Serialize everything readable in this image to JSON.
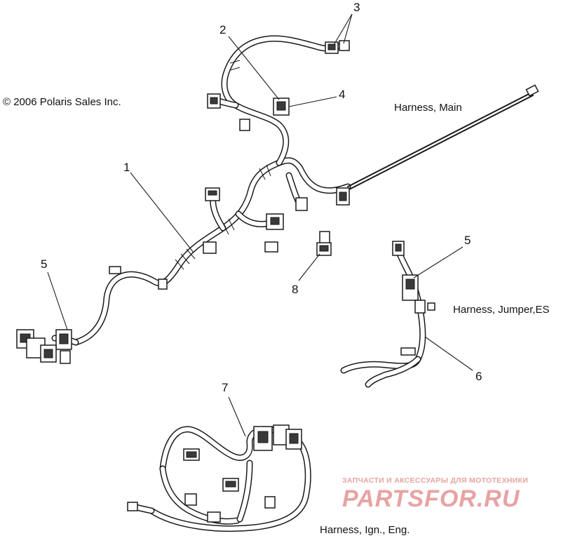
{
  "copyright": "© 2006 Polaris Sales Inc.",
  "labels": {
    "harness_main": "Harness, Main",
    "harness_jumper": "Harness, Jumper,ES",
    "harness_ign": "Harness, Ign., Eng."
  },
  "callouts": {
    "c1": "1",
    "c2": "2",
    "c3": "3",
    "c4": "4",
    "c5a": "5",
    "c5b": "5",
    "c6": "6",
    "c7": "7",
    "c8": "8"
  },
  "watermark": {
    "tagline": "ЗАПЧАСТИ И АКСЕССУАРЫ ДЛЯ МОТОТЕХНИКИ",
    "brand": "PARTSFOR.RU",
    "color": "#e7a3a3"
  }
}
